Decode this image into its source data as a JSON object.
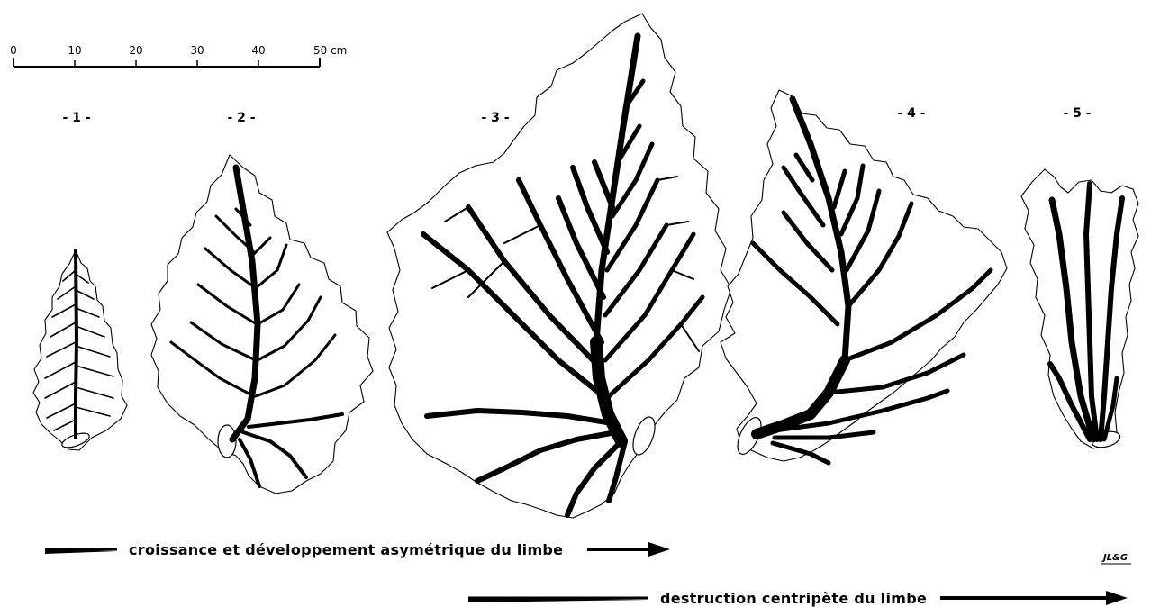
{
  "scale_bar": {
    "unit": "cm",
    "ticks": [
      "0",
      "10",
      "20",
      "30",
      "40",
      "50 cm"
    ]
  },
  "leaves": [
    {
      "label": "- 1 -"
    },
    {
      "label": "- 2 -"
    },
    {
      "label": "- 3 -"
    },
    {
      "label": "- 4 -"
    },
    {
      "label": "- 5 -"
    }
  ],
  "arrows": {
    "growth": "croissance  et  développement  asymétrique  du  limbe",
    "destruction": "destruction   centripète  du  limbe"
  },
  "signature": "JL&G"
}
